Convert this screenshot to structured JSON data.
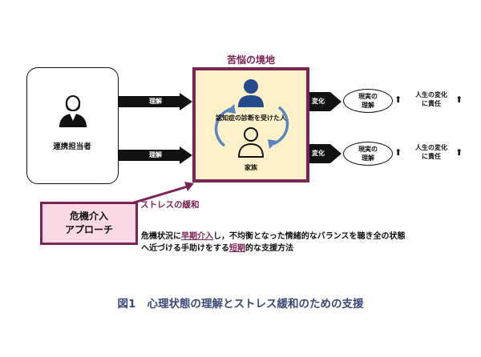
{
  "title": "苦悩の境地",
  "left_box": {
    "label": "連携担当者"
  },
  "arrows": {
    "top_label": "理解",
    "bottom_label": "理解",
    "change_top": "変化",
    "change_bottom": "変化"
  },
  "center": {
    "patient": "認知症の診断を受けた人",
    "family": "家族"
  },
  "right": [
    {
      "oval_line1": "現実の",
      "oval_line2": "理解",
      "oval_arrow": "⬆",
      "result_line1": "人生の変化",
      "result_line2": "に責任",
      "result_arrow": "⬆"
    },
    {
      "oval_line1": "現実の",
      "oval_line2": "理解",
      "oval_arrow": "⬆",
      "result_line1": "人生の変化",
      "result_line2": "に責任",
      "result_arrow": "⬆"
    }
  ],
  "stress": "ストレスの緩和",
  "crisis": {
    "line1": "危機介入",
    "line2": "アプローチ"
  },
  "description": {
    "p1": "危機状況に",
    "u1": "早期介入",
    "p2": "し，不均衡となった情緒的なバランスを聴き全の状態",
    "p3": "へ近づける手助けをする",
    "u2": "短期",
    "p4": "的な支援方法"
  },
  "caption": {
    "number": "図1",
    "text": "心理状態の理解とストレス緩和のための支援"
  },
  "colors": {
    "frame": "#7b2355",
    "center_fill": "#fef0c8",
    "crisis_fill": "#fbd9e4",
    "person_blue": "#244a8c",
    "cycle_arrow": "#5b86c4",
    "caption": "#3d4a78"
  }
}
